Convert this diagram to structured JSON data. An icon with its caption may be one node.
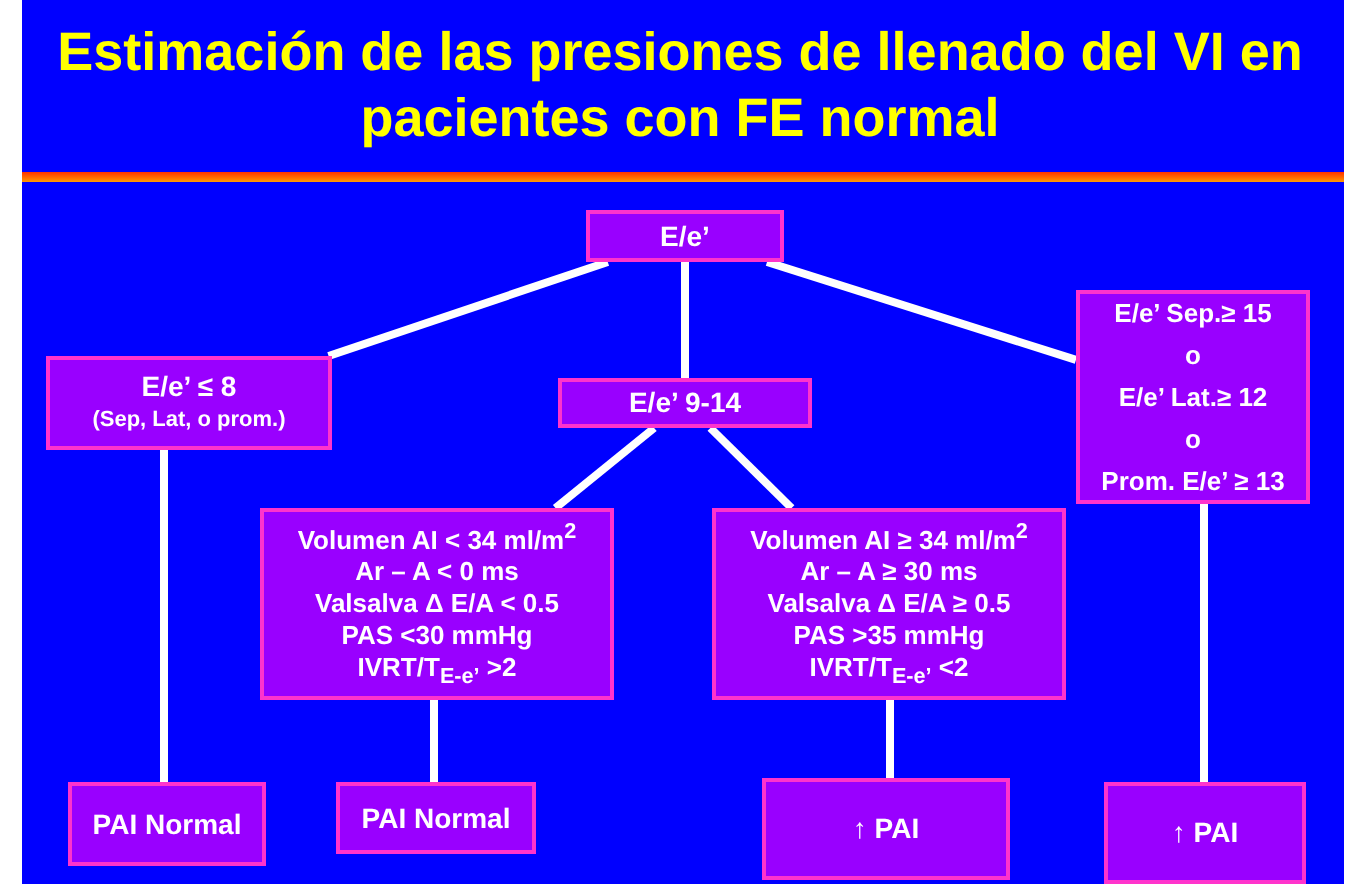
{
  "diagram": {
    "title": "Estimación de las presiones de llenado del VI en pacientes con FE normal",
    "nodes": [
      {
        "text": [
          "E/e’"
        ]
      },
      {
        "text": [
          "E/e’ ≤ 8",
          "(Sep, Lat, o prom.)"
        ]
      },
      {
        "text": [
          "E/e’ 9-14"
        ]
      },
      {
        "text": [
          "E/e’ Sep.≥ 15",
          "o",
          "E/e’ Lat.≥ 12",
          "o",
          "Prom. E/e’ ≥ 13"
        ]
      },
      {
        "text": [
          "Volumen AI < 34 ml/m$^{2}$",
          "Ar – A < 0 ms",
          "Valsalva Δ E/A < 0.5",
          "PAS <30 mmHg",
          "IVRT/T$_{E-e’}$ >2"
        ]
      },
      {
        "text": [
          "Volumen AI ≥ 34 ml/m$^{2}$",
          "Ar – A ≥ 30 ms",
          "Valsalva Δ E/A ≥ 0.5",
          "PAS >35 mmHg",
          "IVRT/T$_{E-e’}$ <2"
        ]
      },
      {
        "text": [
          "PAI Normal"
        ]
      },
      {
        "text": [
          "PAI Normal"
        ]
      },
      {
        "text": [
          "↑ PAI"
        ]
      },
      {
        "text": [
          "↑ PAI"
        ]
      }
    ],
    "edges": [
      {
        "from": 0,
        "to": 1,
        "arrow": "none"
      },
      {
        "from": 0,
        "to": 2,
        "arrow": "none"
      },
      {
        "from": 0,
        "to": 3,
        "arrow": "none"
      },
      {
        "from": 2,
        "to": 4,
        "arrow": "none"
      },
      {
        "from": 2,
        "to": 5,
        "arrow": "none"
      },
      {
        "from": 1,
        "to": 6,
        "arrow": "none"
      },
      {
        "from": 4,
        "to": 7,
        "arrow": "none"
      },
      {
        "from": 5,
        "to": 8,
        "arrow": "none"
      },
      {
        "from": 3,
        "to": 9,
        "arrow": "none"
      }
    ]
  }
}
